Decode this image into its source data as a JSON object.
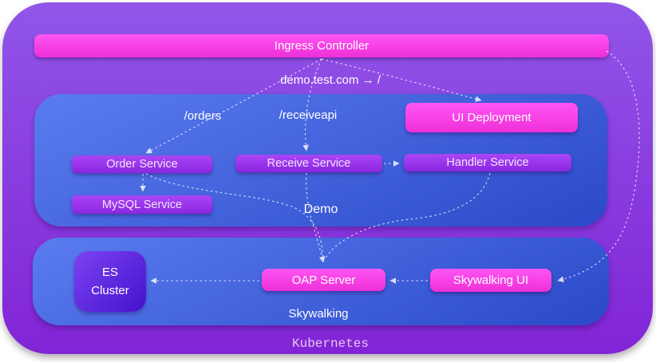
{
  "colors": {
    "cluster-top": "#9156e9",
    "cluster-bottom": "#8224d6",
    "group-blue-top": "#5b7cf0",
    "group-blue-bottom": "#2b49c8",
    "node-purple-top": "#aa46f6",
    "node-purple-bottom": "#8a26e0",
    "node-pink-top": "#ff55f3",
    "node-pink-bottom": "#ee2fd8",
    "es-top": "#7d42f1",
    "es-bottom": "#4412ce",
    "connector": "#ffffff"
  },
  "cluster": {
    "label": "Kubernetes"
  },
  "ingress": {
    "label": "Ingress Controller"
  },
  "routing": {
    "host_rule": "demo.test.com → /",
    "orders_path": "/orders",
    "receiveapi_path": "/receiveapi"
  },
  "demo": {
    "label": "Demo",
    "ui_deployment": "UI Deployment",
    "order_service": "Order Service",
    "receive_service": "Receive Service",
    "handler_service": "Handler Service",
    "mysql_service": "MySQL Service"
  },
  "skywalking": {
    "label": "Skywalking",
    "es_cluster": "ES Cluster",
    "oap_server": "OAP Server",
    "skywalking_ui": "Skywalking UI"
  }
}
